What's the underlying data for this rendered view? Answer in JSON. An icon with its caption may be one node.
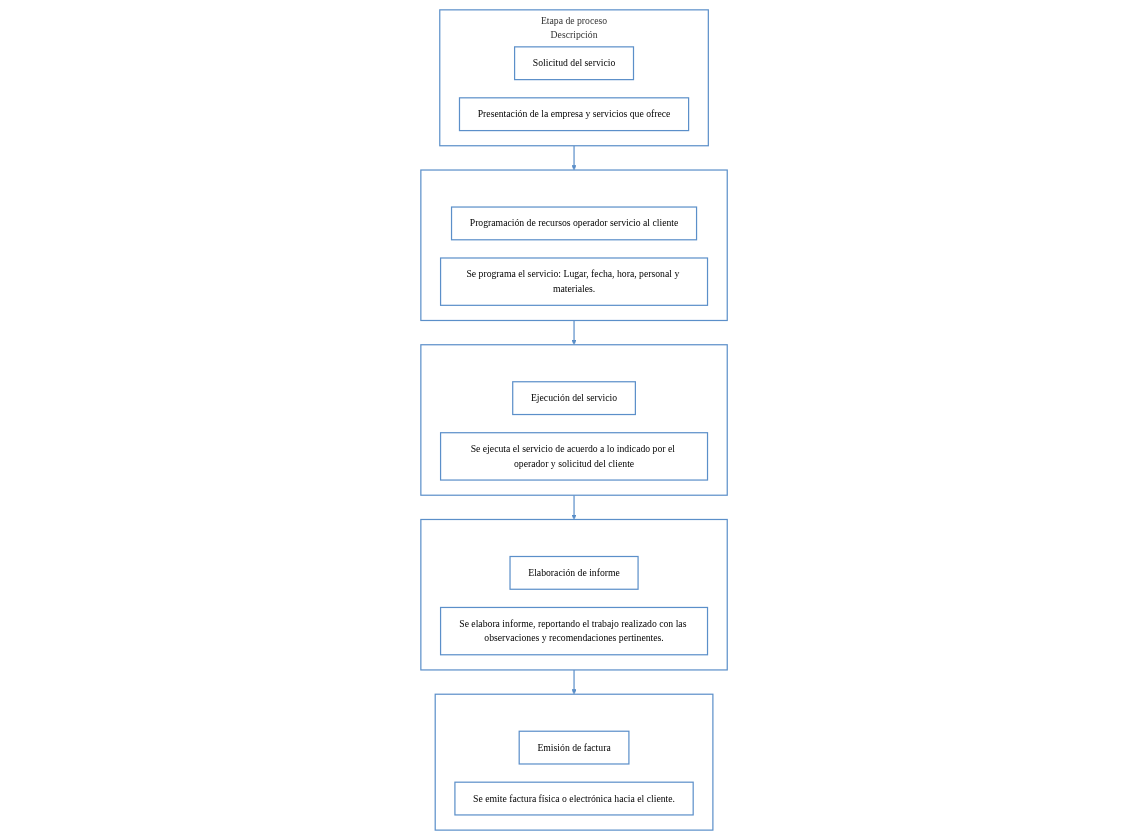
{
  "diagram": {
    "nodes": [
      {
        "text": [
          "Etapa de proceso",
          "Descripción"
        ]
      },
      {
        "text": [
          "Solicitud del servicio"
        ],
        "in": 0
      },
      {
        "text": [
          "Presentación de la empresa y servicios que ofrece"
        ],
        "in": 0
      },
      {
        "text": [],
        "shape": "box"
      },
      {
        "text": [
          "Programación de recursos operador servicio al cliente"
        ],
        "in": 3
      },
      {
        "text": [
          "Se programa el servicio: Lugar, fecha, hora, personal y materiales."
        ],
        "in": 3
      },
      {
        "text": [],
        "shape": "box"
      },
      {
        "text": [
          "Ejecución del servicio"
        ],
        "in": 6
      },
      {
        "text": [
          "Se ejecuta el servicio de acuerdo a lo indicado por el operador y solicitud del cliente"
        ],
        "in": 6
      },
      {
        "text": [],
        "shape": "box"
      },
      {
        "text": [
          "Elaboración de informe"
        ],
        "in": 9
      },
      {
        "text": [
          "Se elabora informe, reportando el trabajo realizado con las observaciones y recomendaciones pertinentes."
        ],
        "in": 9
      },
      {
        "text": [],
        "shape": "box"
      },
      {
        "text": [
          "Emisión de factura"
        ],
        "in": 12
      },
      {
        "text": [
          "Se emite factura física o electrónica hacia el cliente."
        ],
        "in": 12
      }
    ],
    "edges": [
      {
        "from": 0,
        "to": 3,
        "arrow": "to"
      },
      {
        "from": 3,
        "to": 6,
        "arrow": "to"
      },
      {
        "from": 6,
        "to": 9,
        "arrow": "to"
      },
      {
        "from": 9,
        "to": 12,
        "arrow": "to"
      }
    ]
  }
}
